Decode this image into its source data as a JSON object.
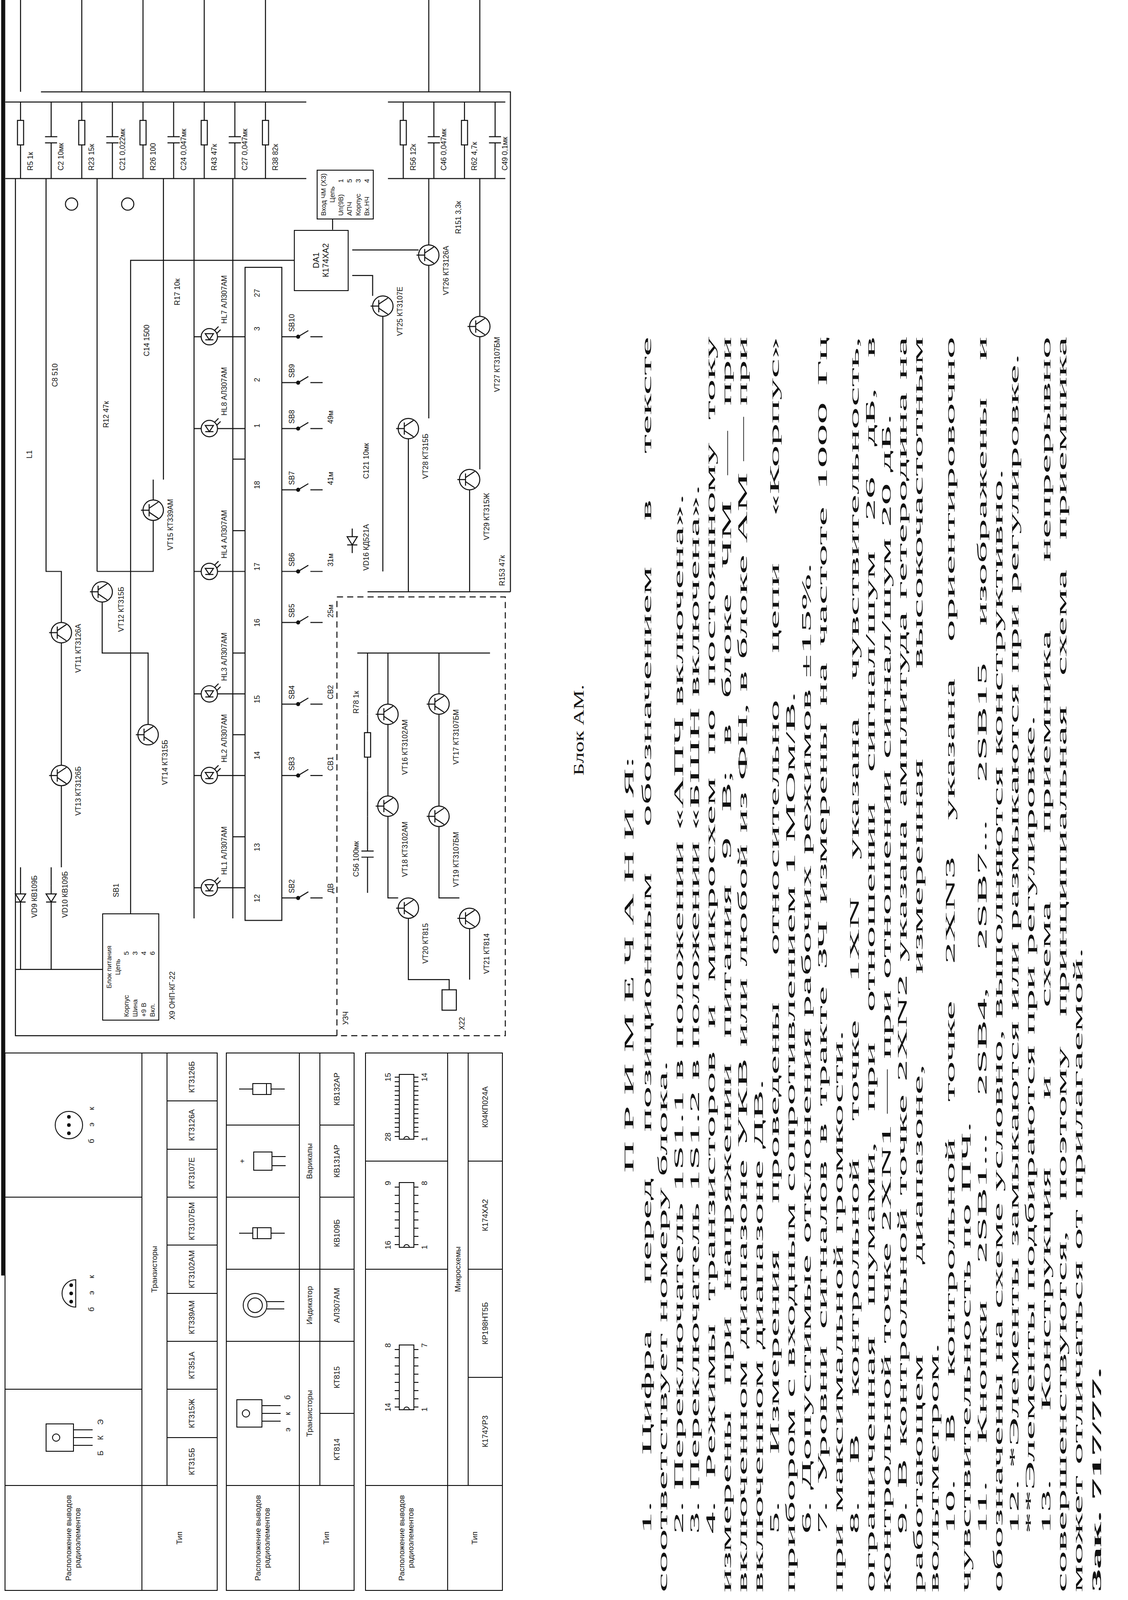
{
  "diagram": {
    "title": "Блок АМ.",
    "nodes": [
      {
        "text": [
          "DA1",
          "К174ХА2"
        ]
      },
      {
        "text": [
          "Вход ЧМ (X3)",
          "Цепь",
          "Uп(9В)",
          "1",
          "АПЧ",
          "5",
          "Корпус",
          "3",
          "Вх.НЧ",
          "4"
        ]
      },
      {
        "text": [
          "Блок питания",
          "Цепь",
          "Корпус",
          "5",
          "Шина",
          "3",
          "+9 В",
          "4",
          "Вкл.",
          "6"
        ]
      }
    ],
    "edges": [
      {
        "from": 1,
        "to": 0,
        "arrow": "none"
      },
      {
        "from": 2,
        "to": 0,
        "arrow": "none"
      }
    ],
    "labels": [
      "П Р И М Е Ч А Н И Я:",
      "1. Цифра перед позиционным обозначением в тексте соответствует номеру блока.",
      "2. Переключатель 1S1.1 в положении «АПЧ включена».",
      "3. Переключатель 1S1.2 в положении «БШН включена».",
      "4. Режимы транзисторов и микросхем по постоянному току измерены при напряжении питания 9 В; в блоке ЧМ — при включенном диапазоне УКВ или любой из ФН, в блоке АМ — при включенном диапазоне ДВ.",
      "5. Измерения проведены относительно цепи «Корпус» прибором с входным сопротивлением 1 МОм/В.",
      "6. Допустимые отклонения рабочих режимов ±15%.",
      "7. Уровни сигналов в тракте ЗЧ измерены на частоте 1000 Гц при максимальной громкости.",
      "8. В контрольной точке 1XN указана чувствительность, ограниченная шумами, при отношении сигнал/шум 26 дБ, в контрольной точке 2XN1 — при отношении сигнал/шум 20 дБ.",
      "9. В контрольной точке 2XN2 указана амплитуда гетеродина на работающем диапазоне, измеренная высокочастотным вольтметром.",
      "10. В контрольной точке 2XN3 указана ориентировочно чувствительность по ПЧ.",
      "11. Кнопки 2SB1... 2SB4, 2SB7... 2SB15 изображены и обозначены на схеме условно, выполняются конструктивно.",
      "12. *Элементы замыкаются или размыкаются при регулировке.",
      "**Элементы подбираются при регулировке.",
      "13. Конструкция и схема приемника непрерывно совершенствуются, поэтому принципиальная схема приемника может отличаться от прилагаемой.",
      "Зак. 717/77.",
      "Расположение выводов радиоэлементов",
      "Б",
      "К",
      "Э",
      "б",
      "э",
      "к",
      "б",
      "э",
      "к",
      "Тип",
      "Транзисторы",
      "КТ315Б",
      "КТ315Ж",
      "КТ351А",
      "КТ339АМ",
      "КТ3102АМ",
      "КТ3107БМ",
      "КТ3107Е",
      "КТ3126А",
      "КТ3126Б",
      "Расположение выводов радиоэлементов",
      "э",
      "к",
      "б",
      "+",
      "Тип",
      "Транзисторы",
      "Индикатор",
      "Варикапы",
      "КТ814",
      "КТ815",
      "АЛ307АМ",
      "КВ109Б",
      "КВ131АР",
      "КВ132АР",
      "Расположение выводов радиоэлементов",
      "14",
      "8",
      "1",
      "7",
      "16",
      "9",
      "1",
      "8",
      "28",
      "15",
      "1",
      "14",
      "Тип",
      "Микросхемы",
      "К174УР3",
      "КР198НТ5Б",
      "К174ХА2",
      "К04КП024А",
      "X9 ОНП-КГ-22",
      "R5 1к",
      "C2 10мк",
      "R23 15к",
      "C21 0,022мк",
      "R26 100",
      "C24 0,047мк",
      "R43 47к",
      "C27 0,047мк",
      "R38 82к",
      "R56 12к",
      "C46 0,047мк",
      "R62 4,7к",
      "C49 0,1мк",
      "HL7 АЛ307АМ",
      "HL8 АЛ307АМ",
      "HL4 АЛ307АМ",
      "HL3 АЛ307АМ",
      "HL2 АЛ307АМ",
      "HL1 АЛ307АМ",
      "12",
      "13",
      "14",
      "15",
      "16",
      "17",
      "18",
      "1",
      "2",
      "3",
      "27",
      "SB2",
      "SB3",
      "SB4",
      "SB5",
      "SB6",
      "SB7",
      "SB8",
      "SB9",
      "SB10",
      "ДВ",
      "СВ1",
      "СВ2",
      "25м",
      "31м",
      "41м",
      "49м",
      "VT25 КТ3107Е",
      "VT26 КТ3126А",
      "VT27 КТ3107БМ",
      "VT28 КТ315Б",
      "VT29 КТ315Ж",
      "VD16 КД521А",
      "R151 3,3к",
      "C121 10мк",
      "R153 47к",
      "УЗЧ",
      "VT16 КТ3102АМ",
      "VT17 КТ3107БМ",
      "VT18 КТ3102АМ",
      "VT19 КТ3107БМ",
      "VT20 КТ815",
      "VT21 КТ814",
      "X22",
      "R78 1к",
      "C56 100мк",
      "VT11 КТ3126А",
      "VT12 КТ315Б",
      "VT13 КТ3126Б",
      "VT14 КТ315Б",
      "VT15 КТ339АМ",
      "VD9 КВ109Б",
      "VD10 КВ109Б",
      "SB1",
      "L1",
      "C8 510",
      "R12 47к",
      "C14 1500",
      "R17 10к"
    ]
  }
}
